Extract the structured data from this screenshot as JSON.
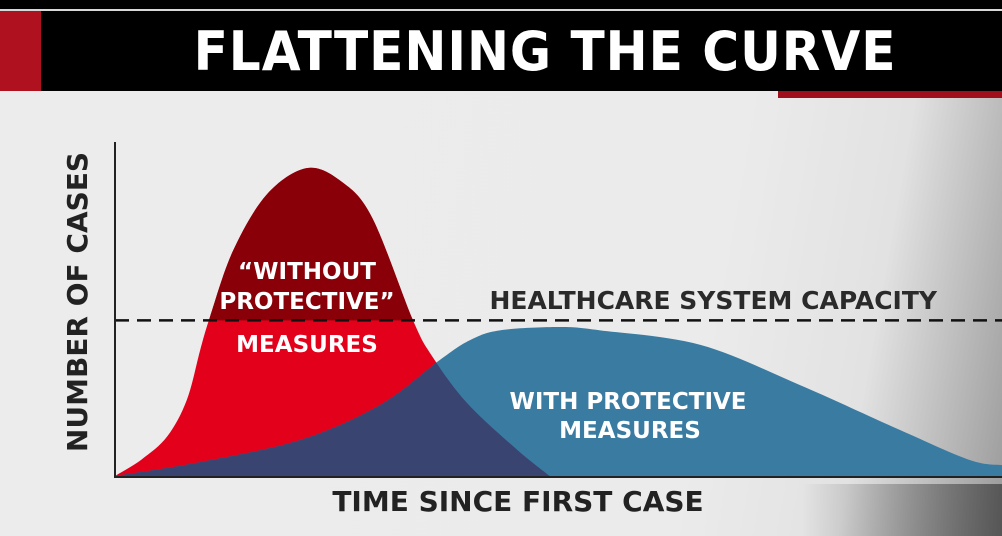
{
  "header": {
    "title": "FLATTENING THE CURVE"
  },
  "chart_data": {
    "type": "area",
    "title": "FLATTENING THE CURVE",
    "xlabel": "TIME SINCE FIRST CASE",
    "ylabel": "NUMBER OF CASES",
    "xlim": [
      0,
      100
    ],
    "ylim": [
      0,
      100
    ],
    "grid": false,
    "capacity": {
      "label": "HEALTHCARE SYSTEM CAPACITY",
      "value": 47
    },
    "series": [
      {
        "name": "without",
        "label_lines": [
          "“WITHOUT",
          "PROTECTIVE”",
          "MEASURES"
        ],
        "color_below": "#e3001b",
        "color_above": "#8a0008",
        "x": [
          0,
          3,
          5.9,
          8.1,
          9.6,
          10.7,
          13.3,
          17.1,
          21.6,
          25.5,
          29,
          33.6,
          35.8,
          39.7,
          45.3,
          49
        ],
        "y": [
          0,
          5,
          12,
          23,
          38,
          48,
          68,
          85,
          93,
          89,
          78,
          47,
          36,
          22,
          8,
          0
        ]
      },
      {
        "name": "with",
        "label_lines": [
          "WITH PROTECTIVE",
          "MEASURES"
        ],
        "color": "#3a7ba1",
        "overlap_color": "#3a4470",
        "x": [
          0,
          9.6,
          20.9,
          29.9,
          36.6,
          40,
          43.4,
          50,
          54.7,
          66,
          77.2,
          88.5,
          96.4,
          100
        ],
        "y": [
          0,
          4.2,
          10.9,
          21.5,
          35,
          41,
          44,
          45,
          44,
          39.6,
          27.5,
          13.9,
          4.8,
          3.3
        ]
      }
    ]
  }
}
